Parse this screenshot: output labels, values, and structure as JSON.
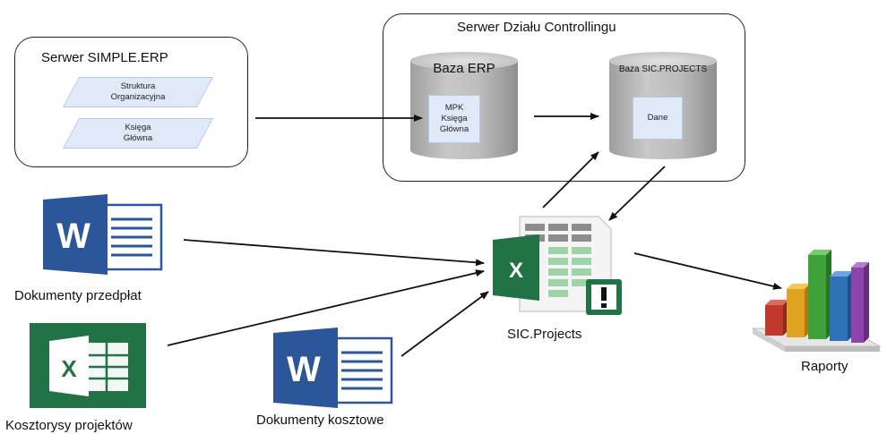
{
  "simple_erp": {
    "title": "Serwer SIMPLE.ERP",
    "items": [
      "Struktura\nOrganizacyjna",
      "Księga\nGłówna"
    ]
  },
  "controlling": {
    "title": "Serwer Działu Controllingu",
    "erp_db": {
      "label": "Baza ERP",
      "content": "MPK\nKsięga\nGłówna"
    },
    "sic_db": {
      "label": "Baza SIC.PROJECTS",
      "content": "Dane"
    }
  },
  "sources": {
    "prepayment_docs": {
      "label": "Dokumenty przedpłat",
      "icon": "word-icon"
    },
    "project_estimates": {
      "label": "Kosztorysy projektów",
      "icon": "excel-icon"
    },
    "cost_docs": {
      "label": "Dokumenty kosztowe",
      "icon": "word-icon"
    }
  },
  "sic_projects": {
    "label": "SIC.Projects",
    "icon": "excel-workbook-warning-icon"
  },
  "reports": {
    "label": "Raporty",
    "icon": "bar-chart-icon"
  },
  "colors": {
    "word_blue": "#2b579a",
    "excel_green": "#217346",
    "parallelogram_fill": "#dfe9f7",
    "cylinder_gray": "#bdbdbd"
  }
}
